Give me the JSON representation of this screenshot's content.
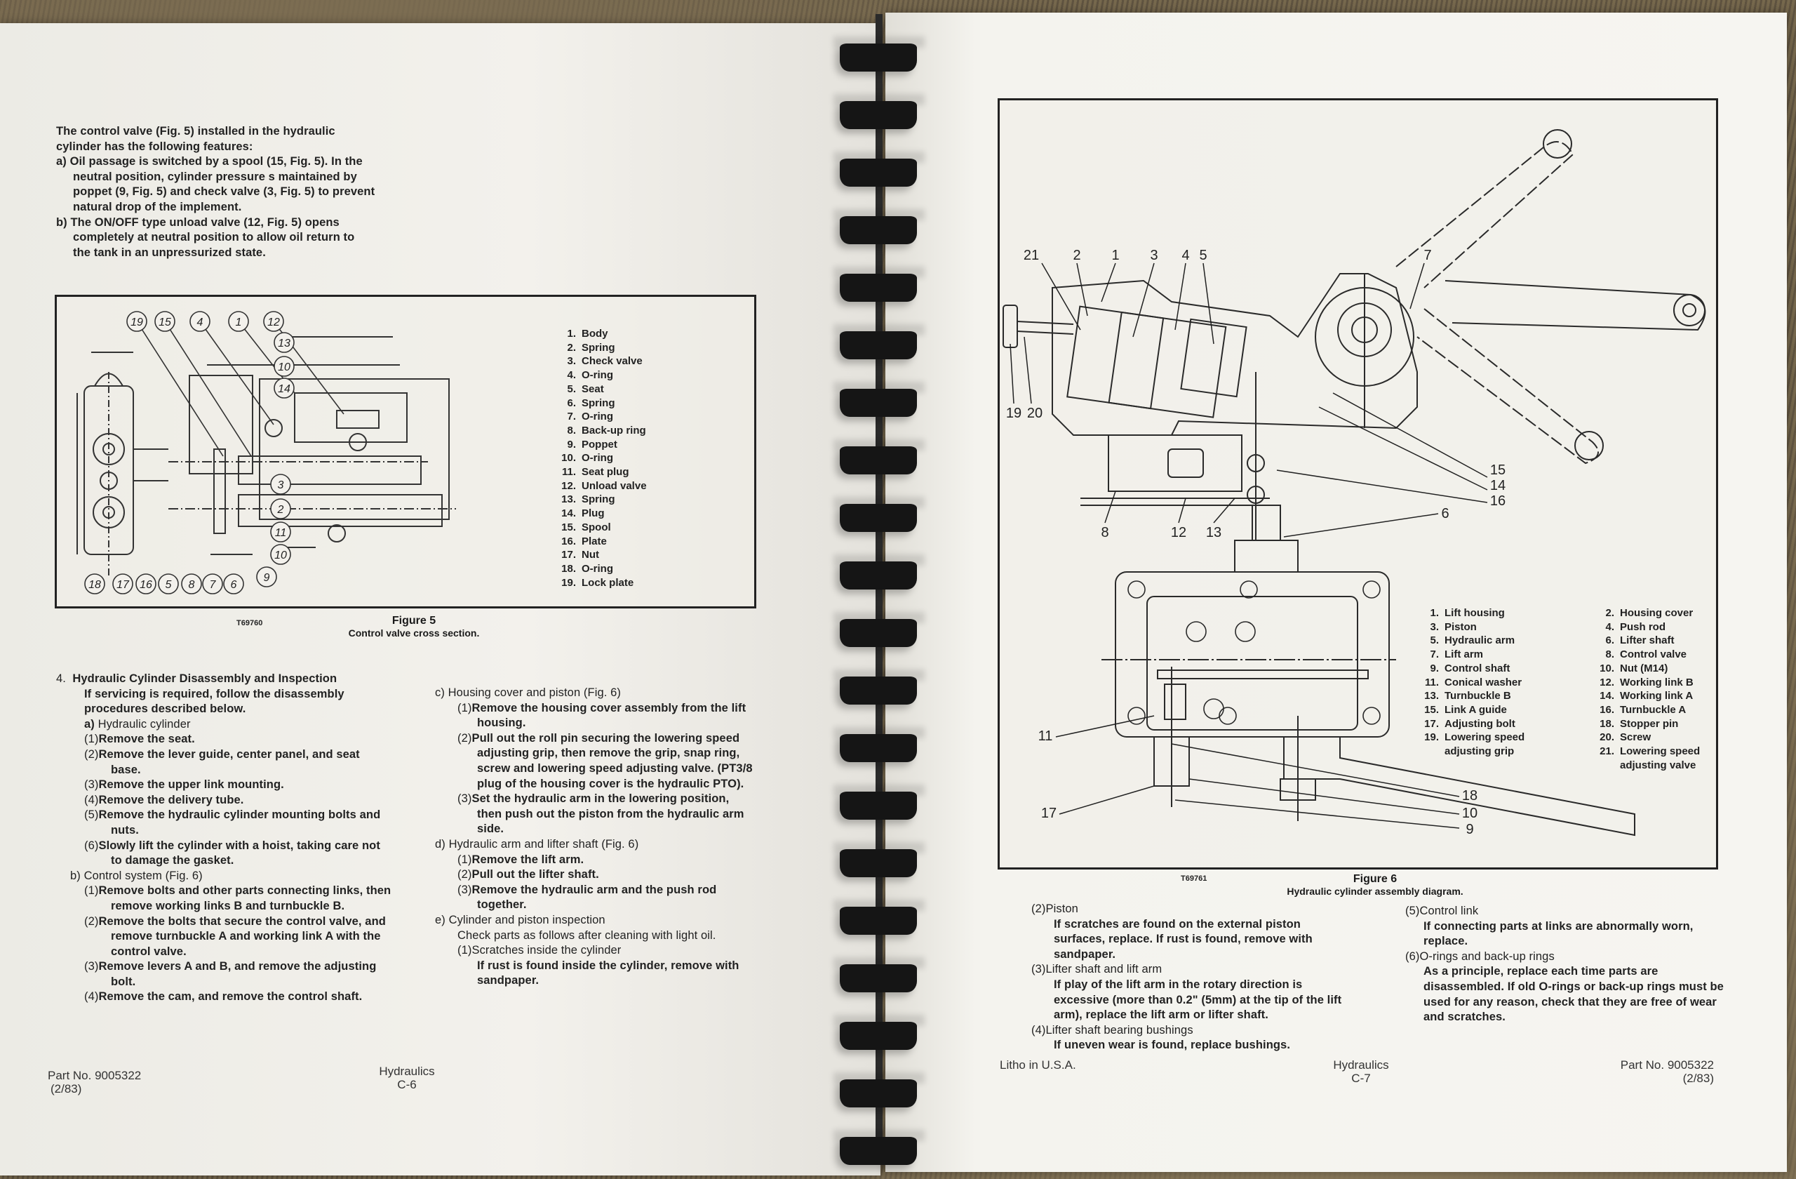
{
  "document": {
    "type": "Spiral-bound service manual, open spread",
    "section": "Hydraulics"
  },
  "left_page": {
    "intro": {
      "lead": "The control valve (Fig. 5) installed in the hydraulic cylinder has the following features:",
      "items": [
        {
          "marker": "a)",
          "text": "Oil passage is switched by a spool (15, Fig. 5). In the neutral position, cylinder pressure s maintained by poppet (9, Fig. 5) and check valve (3, Fig. 5) to prevent natural drop of the implement."
        },
        {
          "marker": "b)",
          "text": "The ON/OFF type unload valve (12, Fig. 5) opens completely at neutral position to allow oil return to the tank in an unpressurized state."
        }
      ]
    },
    "figure5": {
      "code": "T69760",
      "title": "Figure 5",
      "caption": "Control valve cross section.",
      "callouts_top": [
        "19",
        "15",
        "4",
        "1",
        "12"
      ],
      "callouts_right": [
        "13",
        "10",
        "14",
        "3",
        "2",
        "11",
        "10",
        "9"
      ],
      "callouts_bottom": [
        "18",
        "17",
        "16",
        "5",
        "8",
        "7",
        "6"
      ],
      "legend": [
        {
          "num": "1.",
          "label": "Body"
        },
        {
          "num": "2.",
          "label": "Spring"
        },
        {
          "num": "3.",
          "label": "Check valve"
        },
        {
          "num": "4.",
          "label": "O-ring"
        },
        {
          "num": "5.",
          "label": "Seat"
        },
        {
          "num": "6.",
          "label": "Spring"
        },
        {
          "num": "7.",
          "label": "O-ring"
        },
        {
          "num": "8.",
          "label": "Back-up ring"
        },
        {
          "num": "9.",
          "label": "Poppet"
        },
        {
          "num": "10.",
          "label": "O-ring"
        },
        {
          "num": "11.",
          "label": "Seat plug"
        },
        {
          "num": "12.",
          "label": "Unload valve"
        },
        {
          "num": "13.",
          "label": "Spring"
        },
        {
          "num": "14.",
          "label": "Plug"
        },
        {
          "num": "15.",
          "label": "Spool"
        },
        {
          "num": "16.",
          "label": "Plate"
        },
        {
          "num": "17.",
          "label": "Nut"
        },
        {
          "num": "18.",
          "label": "O-ring"
        },
        {
          "num": "19.",
          "label": "Lock plate"
        }
      ]
    },
    "section4": {
      "number": "4.",
      "heading": "Hydraulic Cylinder Disassembly and Inspection",
      "intro": "If servicing is required, follow the disassembly procedures described below.",
      "a": {
        "marker": "a)",
        "title": "Hydraulic cylinder",
        "steps": [
          {
            "n": "(1)",
            "text": "Remove the seat."
          },
          {
            "n": "(2)",
            "text": "Remove the lever guide, center panel, and seat base."
          },
          {
            "n": "(3)",
            "text": "Remove the upper link mounting."
          },
          {
            "n": "(4)",
            "text": "Remove the delivery tube."
          },
          {
            "n": "(5)",
            "text": "Remove the hydraulic cylinder mounting bolts and nuts."
          },
          {
            "n": "(6)",
            "text": "Slowly lift the cylinder with a hoist, taking care not to damage the gasket."
          }
        ]
      },
      "b": {
        "marker": "b)",
        "title": "Control system (Fig. 6)",
        "steps": [
          {
            "n": "(1)",
            "text": "Remove bolts and other parts connecting links, then remove working links B and turnbuckle B."
          },
          {
            "n": "(2)",
            "text": "Remove the bolts that secure the control valve, and remove turnbuckle A and working link A with the control valve."
          },
          {
            "n": "(3)",
            "text": "Remove levers A and B, and remove the adjusting bolt."
          },
          {
            "n": "(4)",
            "text": "Remove the cam, and remove the control shaft."
          }
        ]
      },
      "c": {
        "marker": "c)",
        "title": "Housing cover and piston (Fig. 6)",
        "steps": [
          {
            "n": "(1)",
            "text": "Remove the housing cover assembly from the lift housing."
          },
          {
            "n": "(2)",
            "text": "Pull out the roll pin securing the lowering speed adjusting grip, then remove the grip, snap ring, screw and lowering speed adjusting valve. (PT3/8 plug of the housing cover is the hydraulic PTO)."
          },
          {
            "n": "(3)",
            "text": "Set the hydraulic arm in the lowering position, then push out the piston from the hydraulic arm side."
          }
        ]
      },
      "d": {
        "marker": "d)",
        "title": "Hydraulic arm and lifter shaft (Fig. 6)",
        "steps": [
          {
            "n": "(1)",
            "text": "Remove the lift arm."
          },
          {
            "n": "(2)",
            "text": "Pull out the lifter shaft."
          },
          {
            "n": "(3)",
            "text": "Remove the hydraulic arm and the push rod together."
          }
        ]
      },
      "e": {
        "marker": "e)",
        "title": "Cylinder and piston inspection",
        "intro": "Check parts as follows after cleaning with light oil.",
        "steps": [
          {
            "n": "(1)",
            "title": "Scratches inside the cylinder",
            "text": "If rust is found inside the cylinder, remove with sandpaper."
          }
        ]
      }
    },
    "footer": {
      "part_no": "Part No. 9005322",
      "date": "(2/83)",
      "section": "Hydraulics",
      "page": "C-6"
    }
  },
  "right_page": {
    "figure6": {
      "code": "T69761",
      "title": "Figure 6",
      "caption": "Hydraulic cylinder assembly diagram.",
      "callouts": [
        "21",
        "2",
        "1",
        "3",
        "4",
        "5",
        "7",
        "19",
        "20",
        "15",
        "14",
        "16",
        "8",
        "12",
        "13",
        "6",
        "11",
        "18",
        "10",
        "17",
        "9"
      ],
      "legend_left": [
        {
          "num": "1.",
          "label": "Lift housing"
        },
        {
          "num": "3.",
          "label": "Piston"
        },
        {
          "num": "5.",
          "label": "Hydraulic arm"
        },
        {
          "num": "7.",
          "label": "Lift arm"
        },
        {
          "num": "9.",
          "label": "Control shaft"
        },
        {
          "num": "11.",
          "label": "Conical washer"
        },
        {
          "num": "13.",
          "label": "Turnbuckle B"
        },
        {
          "num": "15.",
          "label": "Link A guide"
        },
        {
          "num": "17.",
          "label": "Adjusting bolt"
        },
        {
          "num": "19.",
          "label": "Lowering speed"
        },
        {
          "num": "",
          "label": "adjusting grip"
        }
      ],
      "legend_right": [
        {
          "num": "2.",
          "label": "Housing cover"
        },
        {
          "num": "4.",
          "label": "Push rod"
        },
        {
          "num": "6.",
          "label": "Lifter shaft"
        },
        {
          "num": "8.",
          "label": "Control valve"
        },
        {
          "num": "10.",
          "label": "Nut (M14)"
        },
        {
          "num": "12.",
          "label": "Working link B"
        },
        {
          "num": "14.",
          "label": "Working link A"
        },
        {
          "num": "16.",
          "label": "Turnbuckle A"
        },
        {
          "num": "18.",
          "label": "Stopper pin"
        },
        {
          "num": "20.",
          "label": "Screw"
        },
        {
          "num": "21.",
          "label": "Lowering speed"
        },
        {
          "num": "",
          "label": "adjusting valve"
        }
      ]
    },
    "inspection_cont": {
      "col1": [
        {
          "n": "(2)",
          "title": "Piston",
          "text": "If scratches are found on the external piston surfaces, replace. If rust is found, remove with sandpaper."
        },
        {
          "n": "(3)",
          "title": "Lifter shaft and lift arm",
          "text": "If play of the lift arm in the rotary direction is excessive (more than 0.2\" (5mm) at the tip of the lift arm), replace the lift arm or lifter shaft."
        },
        {
          "n": "(4)",
          "title": "Lifter shaft bearing bushings",
          "text": "If uneven wear is found, replace bushings."
        }
      ],
      "col2": [
        {
          "n": "(5)",
          "title": "Control link",
          "text": "If connecting parts at links are abnormally worn, replace."
        },
        {
          "n": "(6)",
          "title": "O-rings and back-up rings",
          "text": "As a principle, replace each time parts are disassembled. If old O-rings or back-up rings must be used for any reason, check that they are free of wear and scratches."
        }
      ]
    },
    "footer": {
      "litho": "Litho in U.S.A.",
      "section": "Hydraulics",
      "page": "C-7",
      "part_no": "Part No. 9005322",
      "date": "(2/83)"
    }
  }
}
